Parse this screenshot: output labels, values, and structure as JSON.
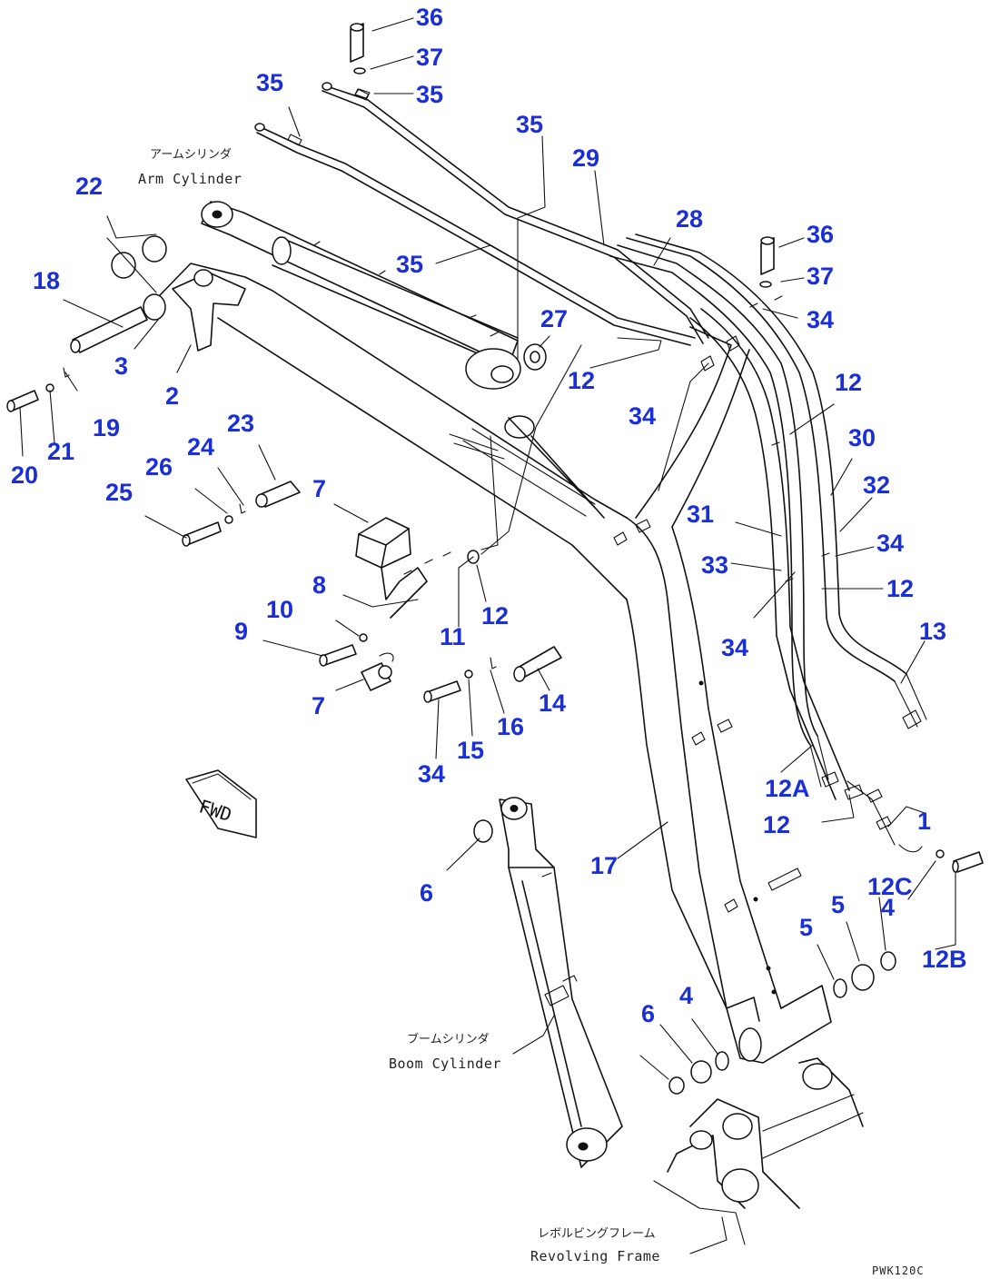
{
  "figure_code": "PWK120C",
  "direction_badge": "FWD",
  "captions": {
    "arm_cylinder_jp": "アームシリンダ",
    "arm_cylinder_en": "Arm Cylinder",
    "boom_cylinder_jp": "ブームシリンダ",
    "boom_cylinder_en": "Boom Cylinder",
    "revolving_frame_jp": "レボルビングフレーム",
    "revolving_frame_en": "Revolving Frame"
  },
  "callouts": [
    "36",
    "37",
    "35",
    "35",
    "35",
    "29",
    "28",
    "36",
    "37",
    "34",
    "22",
    "35",
    "27",
    "18",
    "34",
    "12",
    "3",
    "12",
    "2",
    "30",
    "19",
    "21",
    "20",
    "23",
    "24",
    "32",
    "7",
    "31",
    "26",
    "25",
    "34",
    "33",
    "12",
    "8",
    "12",
    "10",
    "11",
    "9",
    "34",
    "7",
    "13",
    "14",
    "16",
    "15",
    "34",
    "12A",
    "12",
    "1",
    "17",
    "6",
    "12C",
    "4",
    "5",
    "12B",
    "5",
    "4",
    "6"
  ],
  "colors": {
    "callout": "#1a2fd8",
    "line": "#111111"
  }
}
